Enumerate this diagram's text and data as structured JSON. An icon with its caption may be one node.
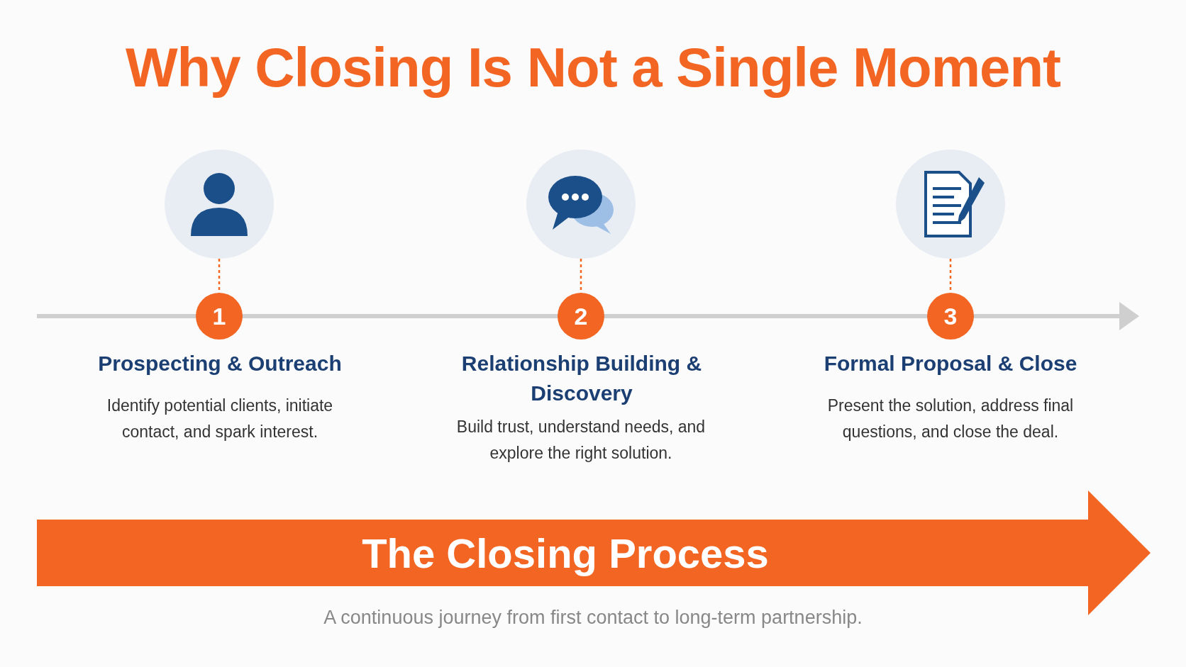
{
  "diagram": {
    "title": "Why Closing Is Not a Single Moment",
    "nodes": [
      {
        "text": [],
        "shape": "circle"
      },
      {
        "text": [
          "1"
        ],
        "beside": [
          "Prospecting & Outreach",
          "Identify potential clients, initiate contact, and spark interest."
        ]
      },
      {
        "text": [],
        "shape": "circle"
      },
      {
        "text": [
          "2"
        ],
        "beside": [
          "Relationship Building & Discovery",
          "Build trust, understand needs, and explore the right solution."
        ]
      },
      {
        "text": [],
        "shape": "circle"
      },
      {
        "text": [
          "3"
        ],
        "beside": [
          "Formal Proposal & Close",
          "Present the solution, address final questions, and close the deal."
        ]
      },
      {
        "text": [
          "The Closing Process"
        ]
      }
    ],
    "edges": [
      {
        "from": 0,
        "to": 1,
        "arrow": "none",
        "style": "dashed"
      },
      {
        "from": 2,
        "to": 3,
        "arrow": "none",
        "style": "dashed"
      },
      {
        "from": 4,
        "to": 5,
        "arrow": "none",
        "style": "dashed"
      }
    ],
    "caption": "A continuous journey from first contact to long-term partnership."
  }
}
